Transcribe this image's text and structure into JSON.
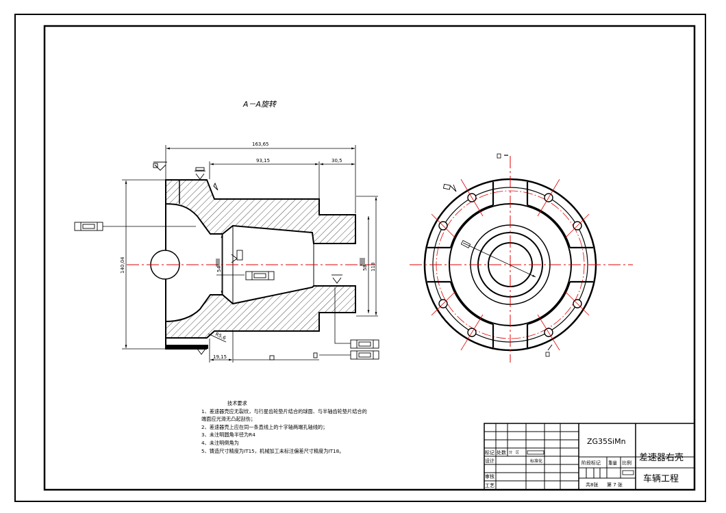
{
  "section": {
    "title": "A－A旋转"
  },
  "dimensions": {
    "overall_length": "163,65",
    "mid_length": "93,15",
    "right_length": "30,5",
    "left_diameter": "140,04",
    "right_diameter": "118",
    "bore_left": "54",
    "bore_right": "58",
    "bottom_offset": "19,15",
    "chamfer": "R5,6"
  },
  "notes": {
    "title": "技术要求",
    "items": [
      "1、差速器壳应无裂纹，与行星齿轮垫片结合的球面、与半轴齿轮垫片结合的",
      "端面应光滑无凸起刮伤；",
      "2、差速器壳上应在同一条直线上的十字轴两端孔轴线的；",
      "3、未注明圆角半径为R4",
      "4、未注明倒角为",
      "5、铸造尺寸精度为IT15，机械加工未标注偏差尺寸精度为IT18。"
    ]
  },
  "title_block": {
    "material": "ZG35SiMn",
    "part_name": "差速器右壳",
    "project": "车辆工程",
    "label_mark": "标记",
    "label_count": "处数",
    "label_zone": "分　区",
    "label_design": "设计",
    "label_std": "标准化",
    "label_stage": "阶段标记",
    "label_weight": "重量",
    "label_scale": "比例",
    "label_review": "审核",
    "label_process": "工艺",
    "sheets_total": "共8张",
    "sheet_no": "第 7 张"
  }
}
